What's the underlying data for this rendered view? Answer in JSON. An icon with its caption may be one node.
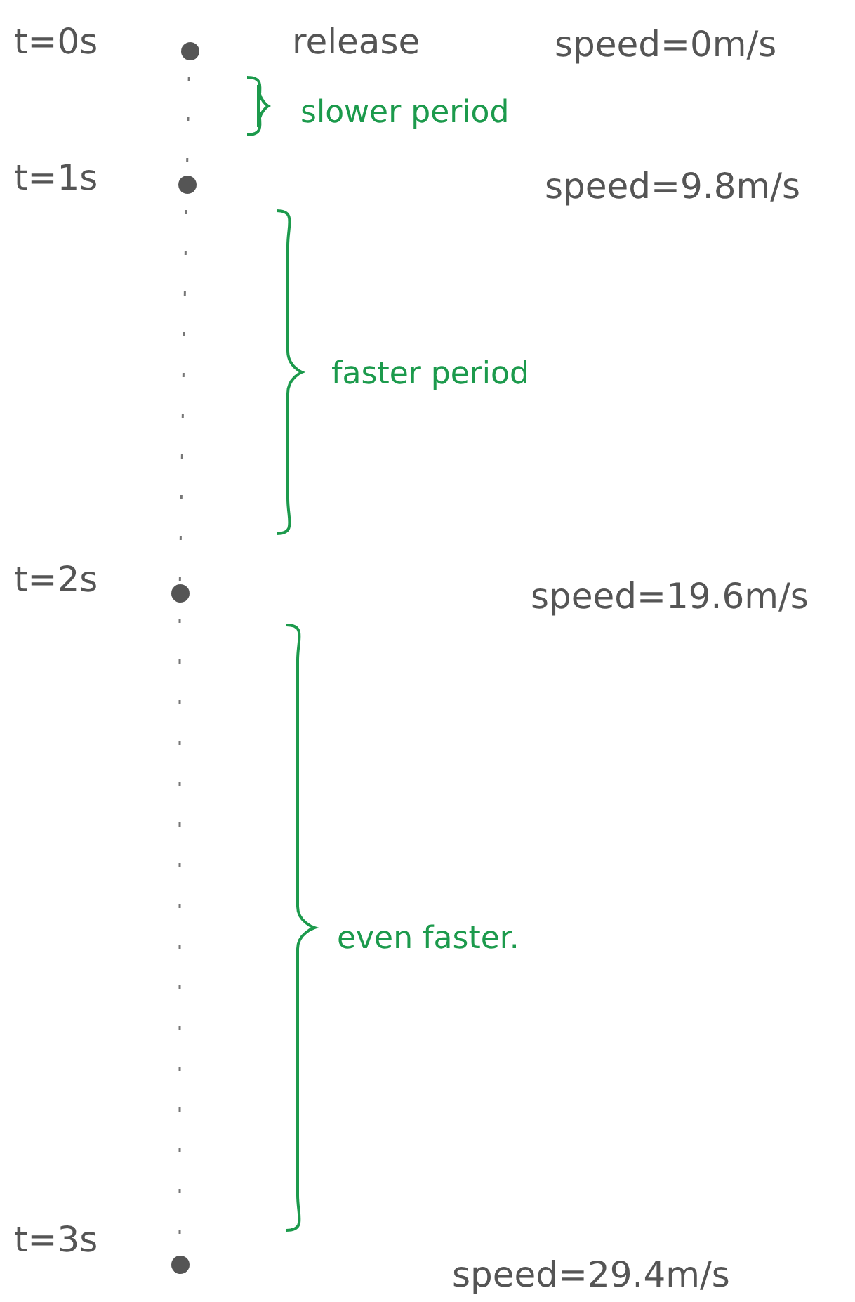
{
  "diagram": {
    "nodes": [
      {
        "text": [],
        "shape": "circle"
      },
      {
        "text": [],
        "shape": "circle"
      },
      {
        "text": [],
        "shape": "circle"
      },
      {
        "text": [],
        "shape": "circle"
      }
    ],
    "edges": [
      {
        "from": 0,
        "to": 1,
        "arrow": "none",
        "style": "dashed"
      },
      {
        "from": 1,
        "to": 2,
        "arrow": "none",
        "style": "dashed"
      },
      {
        "from": 2,
        "to": 3,
        "arrow": "none",
        "style": "dashed"
      }
    ],
    "labels": [
      "t=0s",
      "release",
      "speed=0m/s",
      "slower period",
      "t=1s",
      "speed=9.8m/s",
      "faster period",
      "t=2s",
      "speed=19.6m/s",
      "even faster.",
      "t=3s",
      "speed=29.4m/s"
    ]
  }
}
